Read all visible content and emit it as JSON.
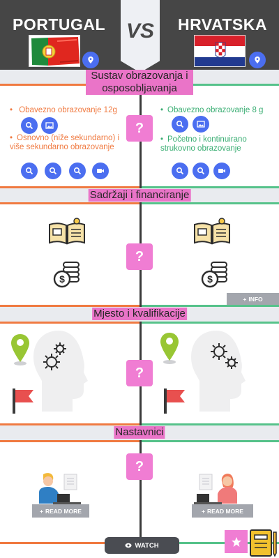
{
  "header": {
    "left_country": "PORTUGAL",
    "vs": "VS",
    "right_country": "HRVATSKA"
  },
  "sections": {
    "education": "Sustav obrazovanja i osposobljavanja",
    "funding": "Sadržaji i financiranje",
    "location": "Mjesto  i kvalifikacije",
    "teachers": "Nastavnici"
  },
  "question_mark": "?",
  "left_items": [
    "Obavezno obrazovanje 12g",
    "Osnovno (niže sekundarno) i više sekundarno obrazovanje"
  ],
  "right_items": [
    "Obavezno obrazovanje 8 g",
    "Početno i kontinuirano strukovno obrazovanje"
  ],
  "buttons": {
    "info": "INFO",
    "read_more": "READ MORE",
    "watch": "WATCH"
  },
  "colors": {
    "header_bg": "#464646",
    "accent_blue": "#4b6ef0",
    "accent_pink": "#f07dd3",
    "portugal_orange": "#f07a41",
    "croatia_green": "#56c28a"
  },
  "icons": [
    "location-pin-icon",
    "search-icon",
    "image-icon",
    "video-icon",
    "book-icon",
    "coins-icon",
    "map-pin-icon",
    "head-gears-icon",
    "flag-icon",
    "teacher-icon",
    "star-icon",
    "notebook-icon",
    "eye-icon",
    "plus-icon"
  ]
}
